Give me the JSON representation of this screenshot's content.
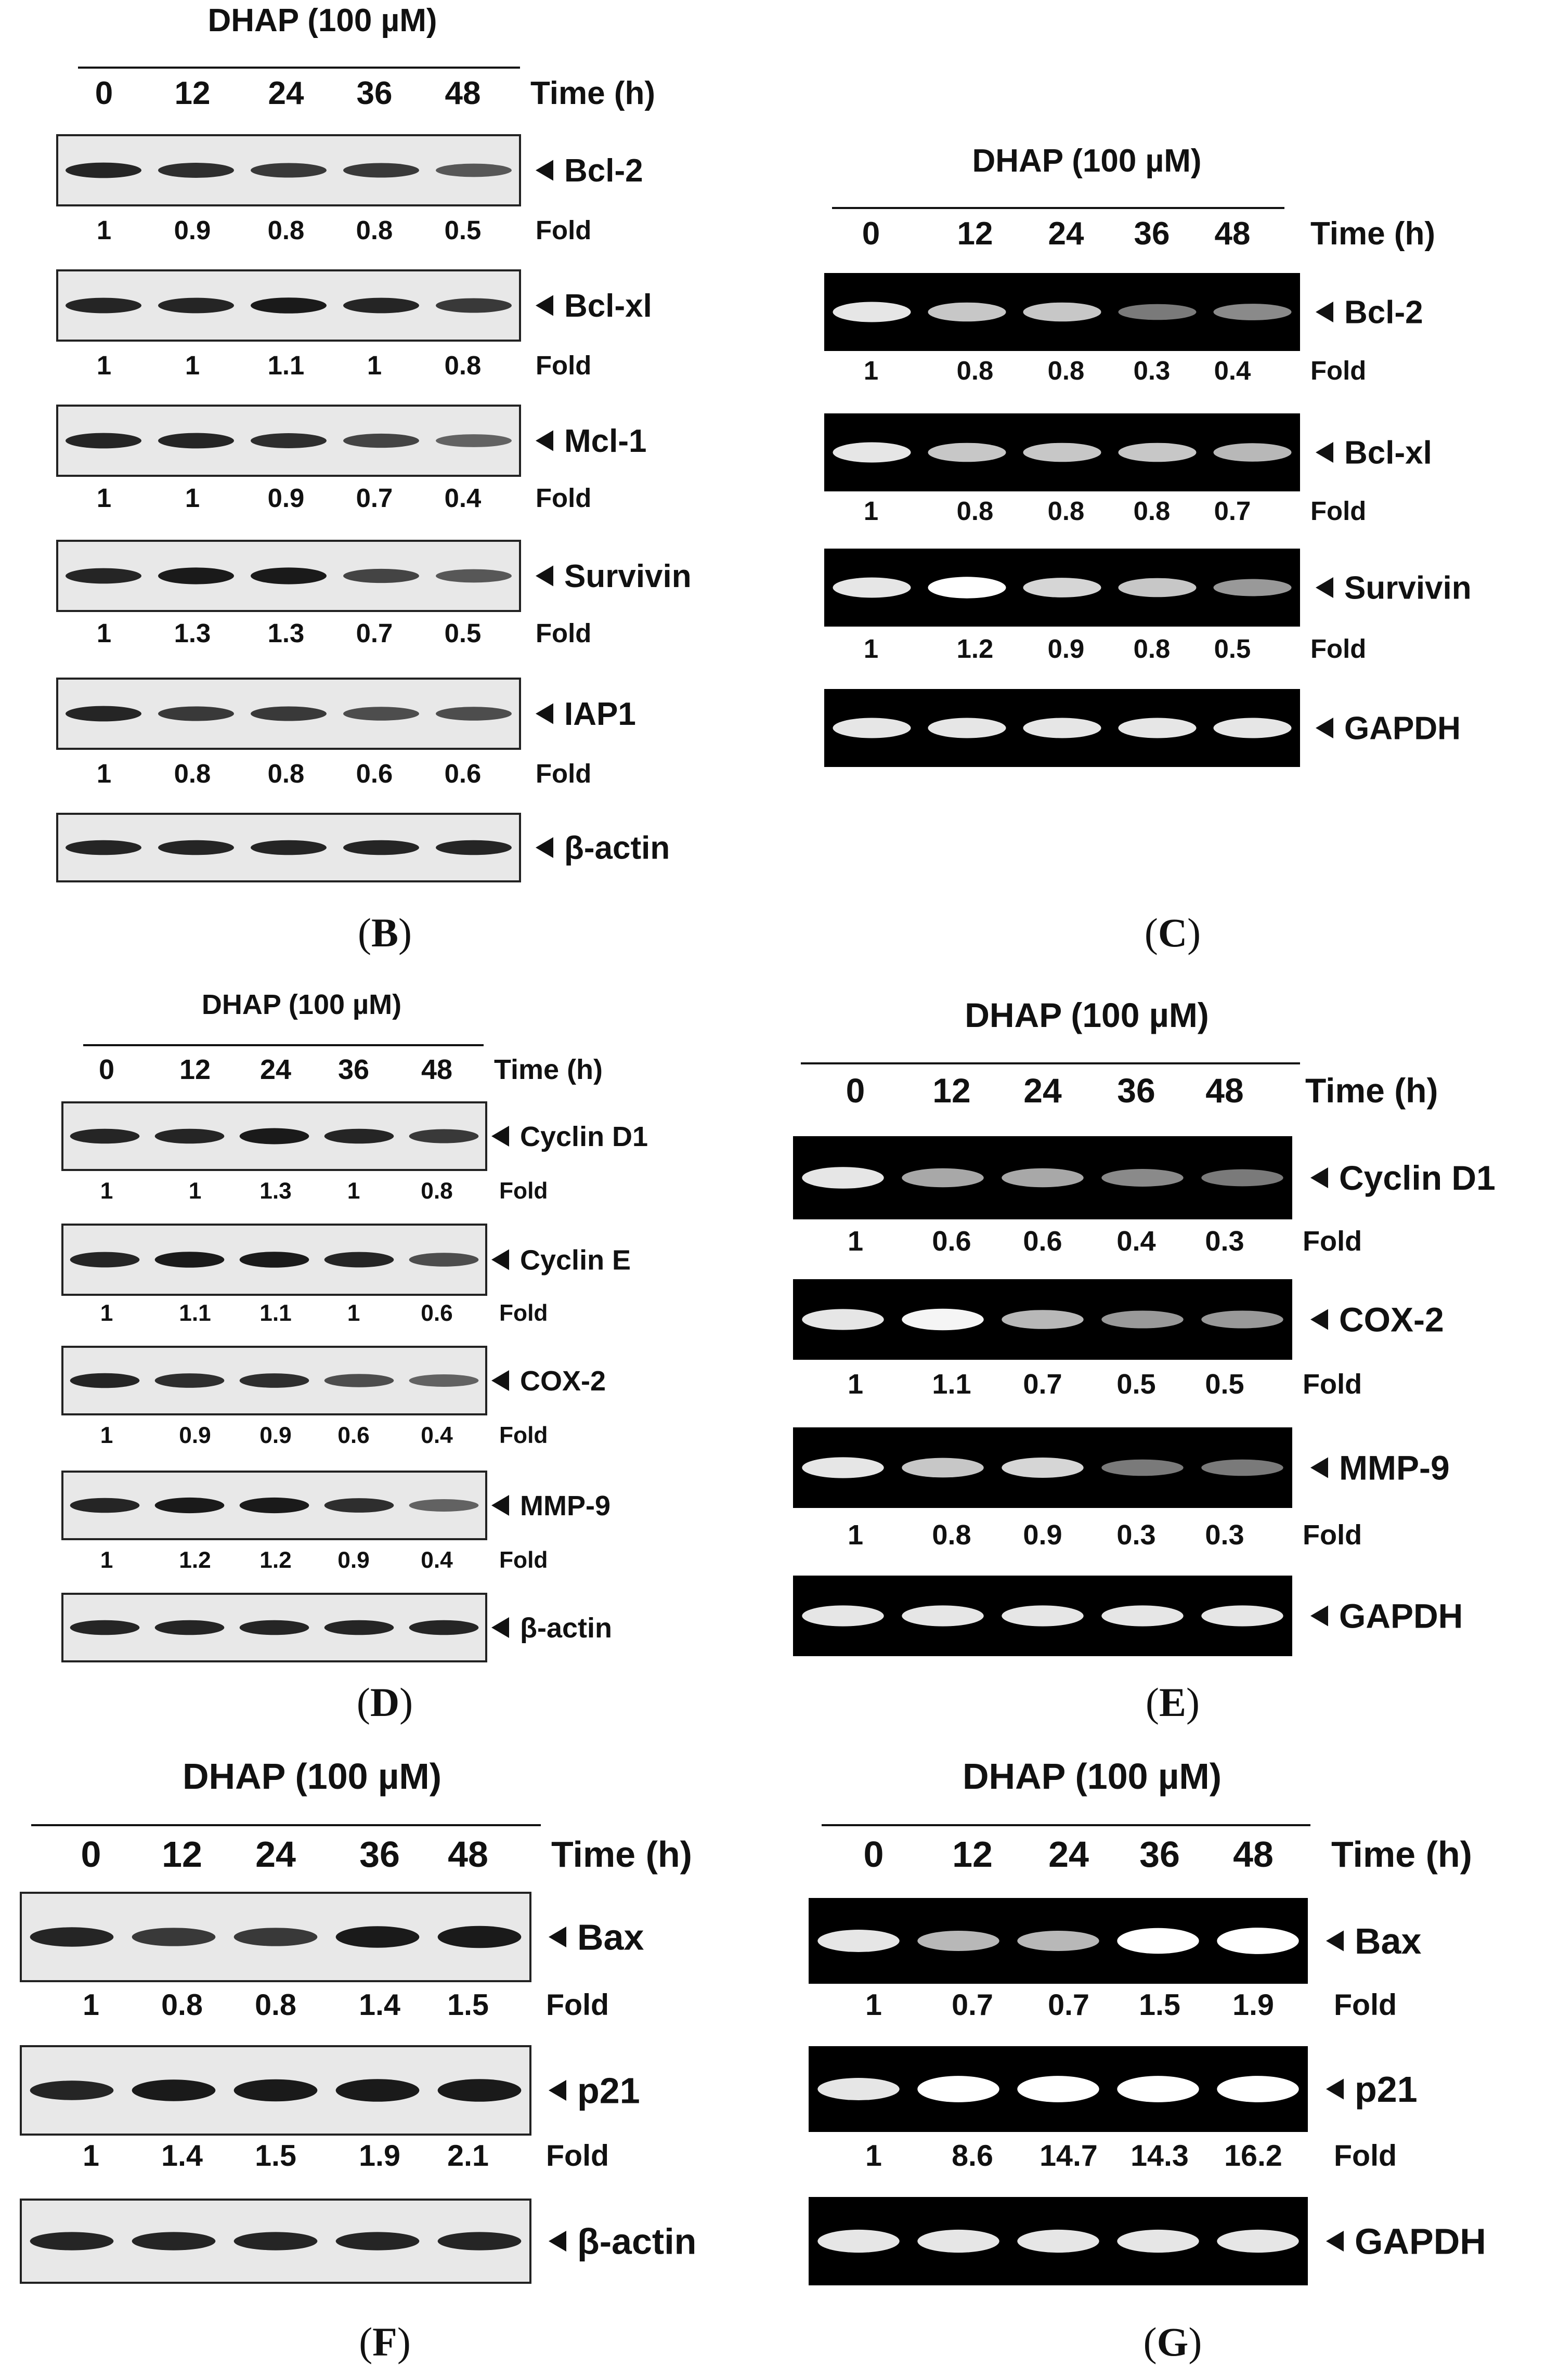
{
  "panels": [
    {
      "letter": "B",
      "kind": "western",
      "header": "DHAP (100 µM)",
      "time_label": "Time (h)",
      "lanes": [
        "0",
        "12",
        "24",
        "36",
        "48"
      ],
      "fold_label": "Fold",
      "rows": [
        {
          "name": "Bcl-2",
          "fold": [
            "1",
            "0.9",
            "0.8",
            "0.8",
            "0.5"
          ]
        },
        {
          "name": "Bcl-xl",
          "fold": [
            "1",
            "1",
            "1.1",
            "1",
            "0.8"
          ]
        },
        {
          "name": "Mcl-1",
          "fold": [
            "1",
            "1",
            "0.9",
            "0.7",
            "0.4"
          ]
        },
        {
          "name": "Survivin",
          "fold": [
            "1",
            "1.3",
            "1.3",
            "0.7",
            "0.5"
          ]
        },
        {
          "name": "IAP1",
          "fold": [
            "1",
            "0.8",
            "0.8",
            "0.6",
            "0.6"
          ]
        },
        {
          "name": "β-actin",
          "fold": null
        }
      ]
    },
    {
      "letter": "C",
      "kind": "pcr",
      "header": "DHAP (100 µM)",
      "time_label": "Time (h)",
      "lanes": [
        "0",
        "12",
        "24",
        "36",
        "48"
      ],
      "fold_label": "Fold",
      "rows": [
        {
          "name": "Bcl-2",
          "fold": [
            "1",
            "0.8",
            "0.8",
            "0.3",
            "0.4"
          ]
        },
        {
          "name": "Bcl-xl",
          "fold": [
            "1",
            "0.8",
            "0.8",
            "0.8",
            "0.7"
          ]
        },
        {
          "name": "Survivin",
          "fold": [
            "1",
            "1.2",
            "0.9",
            "0.8",
            "0.5"
          ]
        },
        {
          "name": "GAPDH",
          "fold": null
        }
      ]
    },
    {
      "letter": "D",
      "kind": "western",
      "header": "DHAP (100 µM)",
      "time_label": "Time (h)",
      "lanes": [
        "0",
        "12",
        "24",
        "36",
        "48"
      ],
      "fold_label": "Fold",
      "rows": [
        {
          "name": "Cyclin D1",
          "fold": [
            "1",
            "1",
            "1.3",
            "1",
            "0.8"
          ]
        },
        {
          "name": "Cyclin E",
          "fold": [
            "1",
            "1.1",
            "1.1",
            "1",
            "0.6"
          ]
        },
        {
          "name": "COX-2",
          "fold": [
            "1",
            "0.9",
            "0.9",
            "0.6",
            "0.4"
          ]
        },
        {
          "name": "MMP-9",
          "fold": [
            "1",
            "1.2",
            "1.2",
            "0.9",
            "0.4"
          ]
        },
        {
          "name": "β-actin",
          "fold": null
        }
      ]
    },
    {
      "letter": "E",
      "kind": "pcr",
      "header": "DHAP (100 µM)",
      "time_label": "Time (h)",
      "lanes": [
        "0",
        "12",
        "24",
        "36",
        "48"
      ],
      "fold_label": "Fold",
      "rows": [
        {
          "name": "Cyclin D1",
          "fold": [
            "1",
            "0.6",
            "0.6",
            "0.4",
            "0.3"
          ]
        },
        {
          "name": "COX-2",
          "fold": [
            "1",
            "1.1",
            "0.7",
            "0.5",
            "0.5"
          ]
        },
        {
          "name": "MMP-9",
          "fold": [
            "1",
            "0.8",
            "0.9",
            "0.3",
            "0.3"
          ]
        },
        {
          "name": "GAPDH",
          "fold": null
        }
      ]
    },
    {
      "letter": "F",
      "kind": "western",
      "header": "DHAP (100 µM)",
      "time_label": "Time (h)",
      "lanes": [
        "0",
        "12",
        "24",
        "36",
        "48"
      ],
      "fold_label": "Fold",
      "rows": [
        {
          "name": "Bax",
          "fold": [
            "1",
            "0.8",
            "0.8",
            "1.4",
            "1.5"
          ]
        },
        {
          "name": "p21",
          "fold": [
            "1",
            "1.4",
            "1.5",
            "1.9",
            "2.1"
          ]
        },
        {
          "name": "β-actin",
          "fold": null
        }
      ]
    },
    {
      "letter": "G",
      "kind": "pcr",
      "header": "DHAP (100 µM)",
      "time_label": "Time (h)",
      "lanes": [
        "0",
        "12",
        "24",
        "36",
        "48"
      ],
      "fold_label": "Fold",
      "rows": [
        {
          "name": "Bax",
          "fold": [
            "1",
            "0.7",
            "0.7",
            "1.5",
            "1.9"
          ]
        },
        {
          "name": "p21",
          "fold": [
            "1",
            "8.6",
            "14.7",
            "14.3",
            "16.2"
          ]
        },
        {
          "name": "GAPDH",
          "fold": null
        }
      ]
    }
  ]
}
